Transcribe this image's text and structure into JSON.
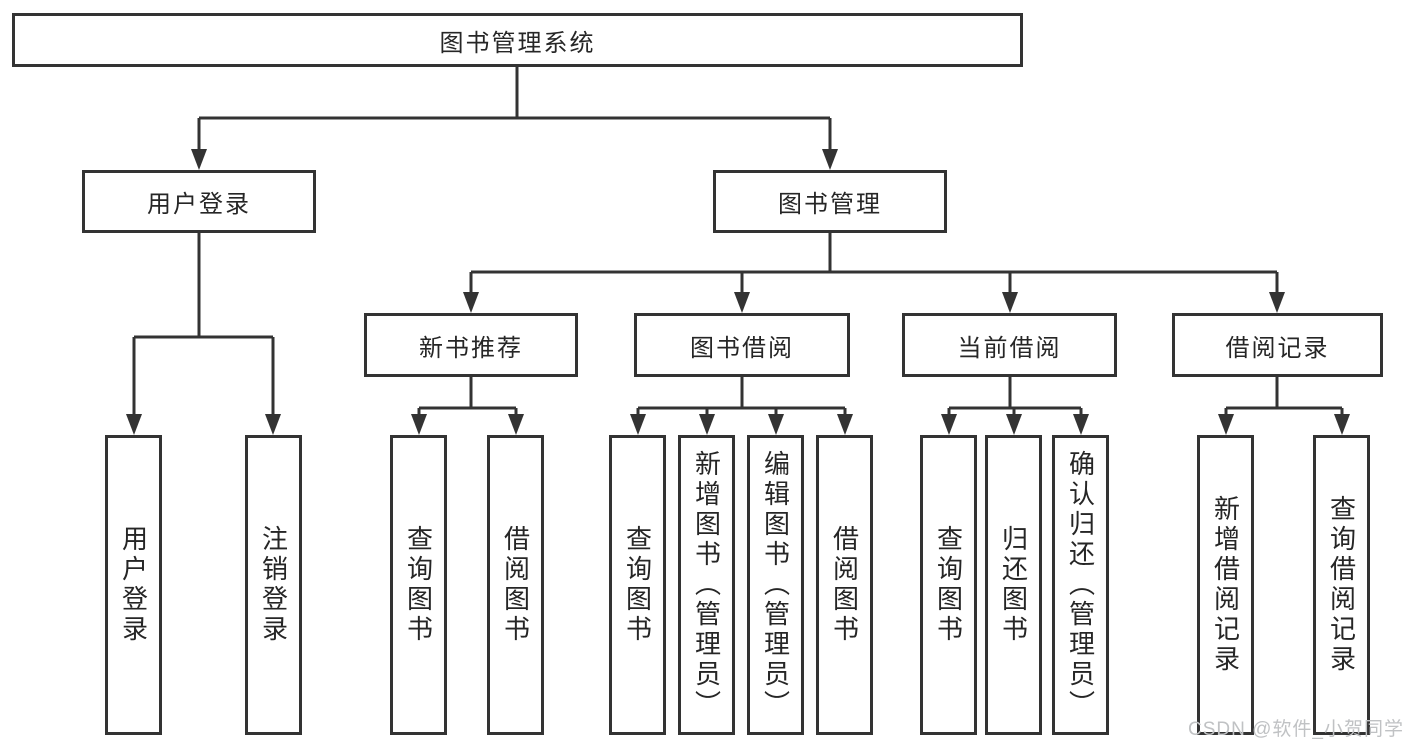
{
  "tree": {
    "root": "图书管理系统",
    "branches": [
      {
        "label": "用户登录",
        "children": [
          "用户登录",
          "注销登录"
        ]
      },
      {
        "label": "图书管理",
        "sections": [
          {
            "label": "新书推荐",
            "children": [
              "查询图书",
              "借阅图书"
            ]
          },
          {
            "label": "图书借阅",
            "children": [
              "查询图书",
              "新增图书（管理员）",
              "编辑图书（管理员）",
              "借阅图书"
            ]
          },
          {
            "label": "当前借阅",
            "children": [
              "查询图书",
              "归还图书",
              "确认归还（管理员）"
            ]
          },
          {
            "label": "借阅记录",
            "children": [
              "新增借阅记录",
              "查询借阅记录"
            ]
          }
        ]
      }
    ]
  },
  "watermark": "CSDN @软件_小贺同学",
  "colors": {
    "line": "#333333",
    "text": "#262626",
    "background": "#ffffff",
    "watermark": "#c0c2c4"
  }
}
